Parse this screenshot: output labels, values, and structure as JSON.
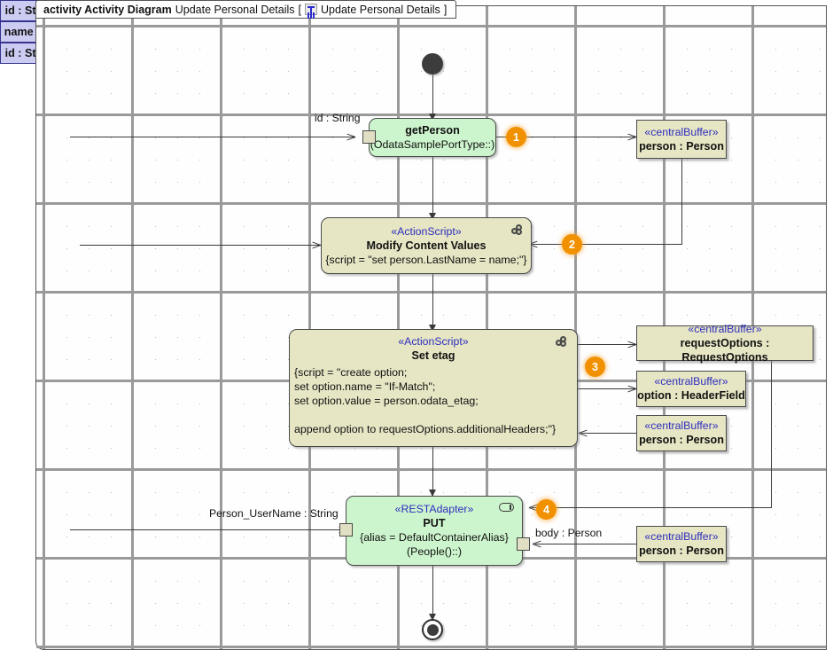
{
  "frame": {
    "keyword": "activity Activity Diagram",
    "diagram_name": "Update Personal Details",
    "bracket_open": "[",
    "bracket_close": "]",
    "bracket_name": "Update Personal Details",
    "header_icon": "activity-diagram-icon"
  },
  "colors": {
    "action_green": "#cdf5cd",
    "action_khaki": "#e6e5c4",
    "buffer_khaki": "#e6e5c4",
    "param_lavender": "#ccccf2",
    "stereotype_blue": "#2d2dbe",
    "badge_orange": "#f29100",
    "line_gray": "#3a3a3a"
  },
  "nodes": {
    "initial": {
      "name": "initial-node"
    },
    "final": {
      "name": "activity-final-node"
    },
    "get_person": {
      "stereotype": "",
      "title": "getPerson",
      "body": "(OdataSamplePortType::)",
      "badge": "1",
      "in_label": "id : String"
    },
    "modify_content": {
      "stereotype": "«ActionScript»",
      "title": "Modify Content Values",
      "body": "{script = \"set person.LastName = name;\"}",
      "badge": "2",
      "icon": "script-chain-icon"
    },
    "set_etag": {
      "stereotype": "«ActionScript»",
      "title": "Set etag",
      "script_lines": [
        "{script = \"create option;",
        "set option.name = \"If-Match\";",
        "set option.value = person.odata_etag;",
        "",
        "append option to requestOptions.additionalHeaders;\"}"
      ],
      "badge": "3",
      "icon": "script-chain-icon"
    },
    "put": {
      "stereotype": "«RESTAdapter»",
      "title": "PUT",
      "body1": "{alias = DefaultContainerAlias}",
      "body2": "(People()::)",
      "badge": "4",
      "icon": "rest-pill-icon",
      "in_label": "Person_UserName : String",
      "body_label": "body : Person"
    }
  },
  "parameters": [
    {
      "label": "id : String",
      "name": "param-id-string-top"
    },
    {
      "label": "name : String",
      "name": "param-name-string"
    },
    {
      "label": "id : String",
      "name": "param-id-string-bottom"
    }
  ],
  "buffers": [
    {
      "stereotype": "«centralBuffer»",
      "label": "person : Person",
      "name": "buffer-person-top"
    },
    {
      "stereotype": "«centralBuffer»",
      "label": "requestOptions : RequestOptions",
      "name": "buffer-request-options"
    },
    {
      "stereotype": "«centralBuffer»",
      "label": "option : HeaderField",
      "name": "buffer-option-headerfield"
    },
    {
      "stereotype": "«centralBuffer»",
      "label": "person : Person",
      "name": "buffer-person-mid"
    },
    {
      "stereotype": "«centralBuffer»",
      "label": "person : Person",
      "name": "buffer-person-bottom"
    }
  ]
}
